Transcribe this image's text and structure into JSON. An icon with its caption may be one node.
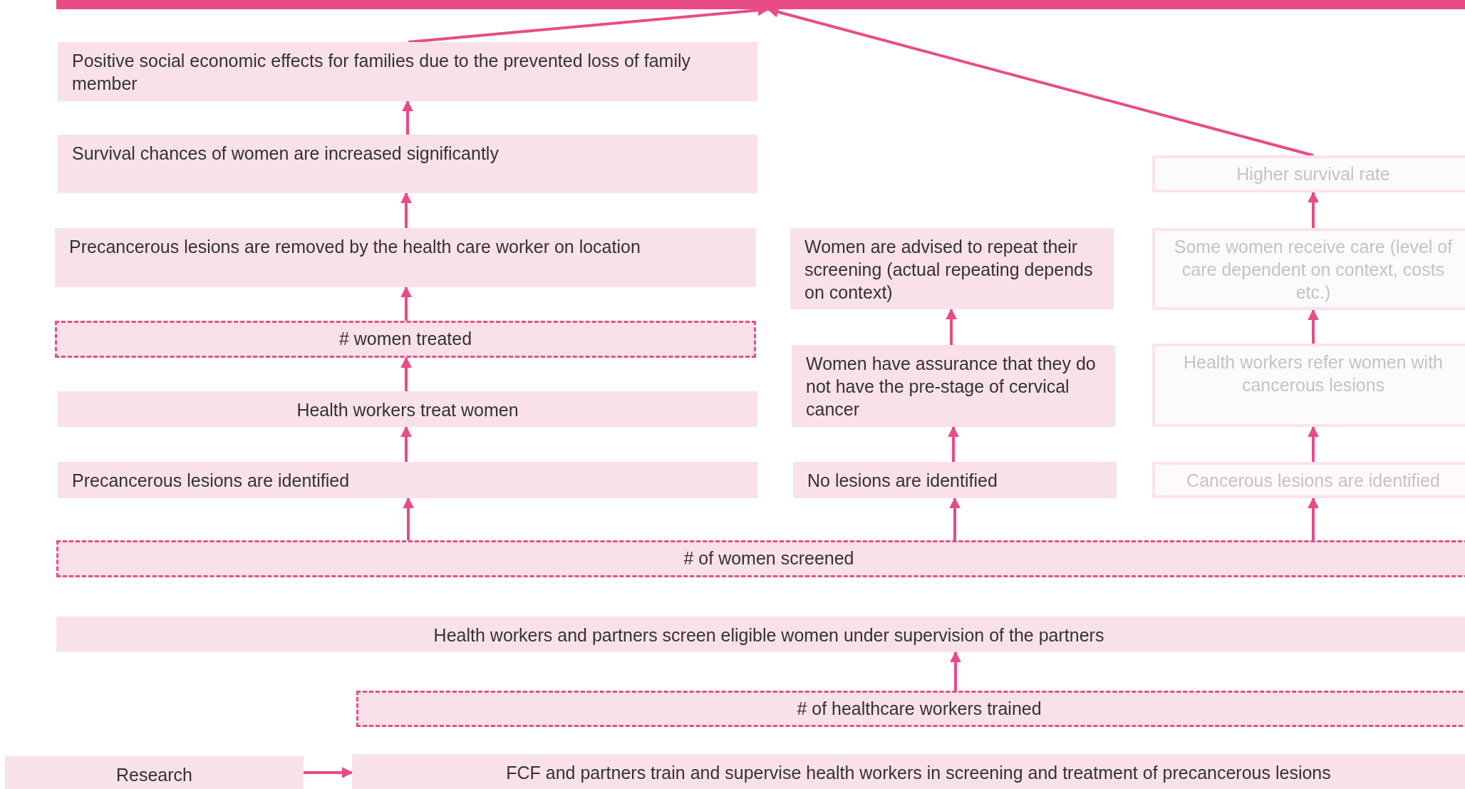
{
  "diagram": {
    "nodes": [
      {
        "text": [],
        "shape": "bar"
      },
      {
        "text": [
          "Positive social economic effects for families due to the prevented loss of family member"
        ]
      },
      {
        "text": [
          "Survival chances of women are increased significantly"
        ]
      },
      {
        "text": [
          "Precancerous lesions are removed by the health care worker on location"
        ]
      },
      {
        "text": [
          "# women treated"
        ]
      },
      {
        "text": [
          "Health workers treat women"
        ]
      },
      {
        "text": [
          "Precancerous lesions are identified"
        ]
      },
      {
        "text": [
          "Women are advised to repeat their screening (actual repeating depends on context)"
        ]
      },
      {
        "text": [
          "Women have assurance that they do not have the pre-stage of cervical cancer"
        ]
      },
      {
        "text": [
          "No lesions are identified"
        ]
      },
      {
        "text": [
          "Higher survival rate"
        ]
      },
      {
        "text": [
          "Some women receive care (level of care dependent on context, costs etc.)"
        ]
      },
      {
        "text": [
          "Health workers refer women with cancerous lesions"
        ]
      },
      {
        "text": [
          "Cancerous lesions are identified"
        ]
      },
      {
        "text": [
          "# of women screened"
        ]
      },
      {
        "text": [
          "Health workers and partners screen eligible women under supervision of the partners"
        ]
      },
      {
        "text": [
          "# of healthcare workers trained"
        ]
      },
      {
        "text": [
          "Research"
        ]
      },
      {
        "text": [
          "FCF and partners train and supervise health workers in screening and treatment of precancerous lesions"
        ]
      }
    ],
    "edges": [
      {
        "from": 1,
        "to": 0,
        "arrow": "to"
      },
      {
        "from": 10,
        "to": 0,
        "arrow": "to"
      },
      {
        "from": 2,
        "to": 1,
        "arrow": "to"
      },
      {
        "from": 3,
        "to": 2,
        "arrow": "to"
      },
      {
        "from": 4,
        "to": 3,
        "arrow": "to"
      },
      {
        "from": 5,
        "to": 4,
        "arrow": "to"
      },
      {
        "from": 6,
        "to": 5,
        "arrow": "to"
      },
      {
        "from": 14,
        "to": 6,
        "arrow": "to"
      },
      {
        "from": 8,
        "to": 7,
        "arrow": "to"
      },
      {
        "from": 9,
        "to": 8,
        "arrow": "to"
      },
      {
        "from": 14,
        "to": 9,
        "arrow": "to"
      },
      {
        "from": 11,
        "to": 10,
        "arrow": "to"
      },
      {
        "from": 12,
        "to": 11,
        "arrow": "to"
      },
      {
        "from": 13,
        "to": 12,
        "arrow": "to"
      },
      {
        "from": 14,
        "to": 13,
        "arrow": "to"
      },
      {
        "from": 16,
        "to": 15,
        "arrow": "to"
      },
      {
        "from": 17,
        "to": 18,
        "arrow": "to"
      }
    ]
  }
}
